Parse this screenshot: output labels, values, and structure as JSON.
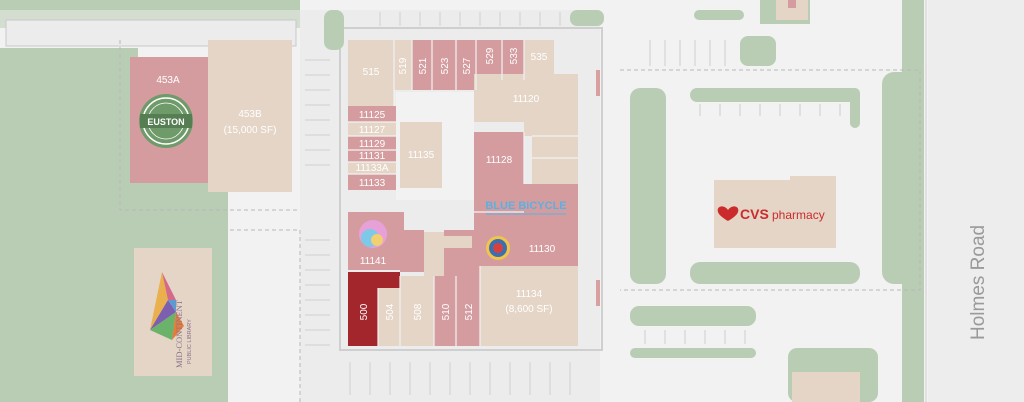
{
  "map": {
    "road_name": "Holmes Road",
    "colors": {
      "background": "#f2f2f2",
      "green": "#b9cdb5",
      "tan": "#e4d5c6",
      "pink": "#d59ca0",
      "highlight": "#a2262c",
      "pavement": "#e8e8e8",
      "outline": "#c9c9c9",
      "parking_line": "#cfcfcf"
    },
    "units": {
      "u453a": "453A",
      "u453b": "453B",
      "u453b_sf": "(15,000 SF)",
      "u515": "515",
      "u519": "519",
      "u521": "521",
      "u523": "523",
      "u527": "527",
      "u529": "529",
      "u533": "533",
      "u535": "535",
      "u11120": "11120",
      "u11125": "11125",
      "u11127": "11127",
      "u11129": "11129",
      "u11131": "11131",
      "u11133a": "11133A",
      "u11133": "11133",
      "u11135": "11135",
      "u11128": "11128",
      "u11141": "11141",
      "u11130": "11130",
      "u11134": "11134",
      "u11134_sf": "(8,600 SF)",
      "u500": "500",
      "u504": "504",
      "u508": "508",
      "u510": "510",
      "u512": "512"
    },
    "tenants": {
      "euston": "EUSTON",
      "blue_bicycle": "BLUE BICYCLE",
      "cvs": "CVS",
      "cvs_suffix": "pharmacy",
      "library_line1": "MID-CONTINENT",
      "library_line2": "PUBLIC LIBRARY"
    },
    "icons": {
      "cvs_logo": "heart-icon",
      "euston_logo": "seal-icon",
      "library_logo": "library-logo-icon"
    }
  }
}
